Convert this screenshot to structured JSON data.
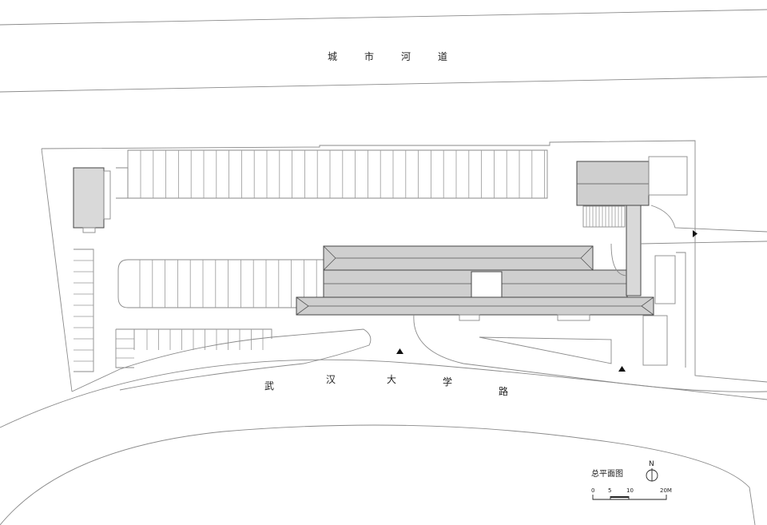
{
  "river_label": [
    "城",
    "市",
    "河",
    "道"
  ],
  "road_label": [
    "武",
    "汉",
    "大",
    "学",
    "路"
  ],
  "legend": {
    "title": "总平面图",
    "north": "N",
    "scale_ticks": [
      "0",
      "5",
      "10",
      "20M"
    ]
  }
}
